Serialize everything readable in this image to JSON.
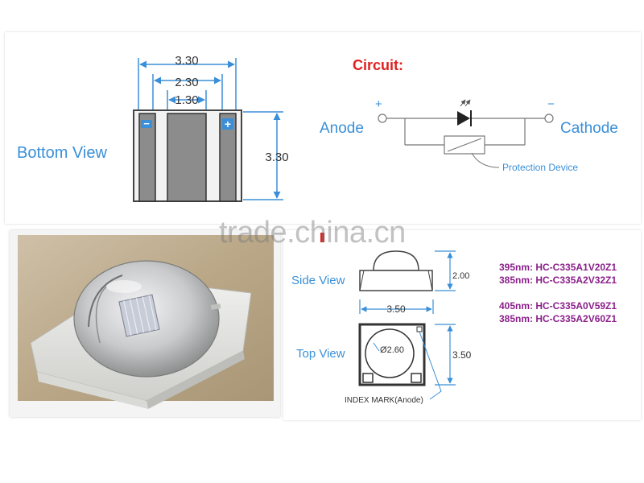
{
  "bottom_view": {
    "title": "Bottom View",
    "dim_total_width": "3.30",
    "dim_middle_width": "2.30",
    "dim_pad_width": "1.30",
    "dim_height": "3.30",
    "minus_mark": "−",
    "plus_mark": "+"
  },
  "circuit": {
    "title": "Circuit:",
    "anode_label": "Anode",
    "cathode_label": "Cathode",
    "anode_sign": "+",
    "cathode_sign": "−",
    "protection_label": "Protection Device"
  },
  "side_view": {
    "title": "Side View",
    "dim_height": "2.00"
  },
  "top_view": {
    "title": "Top View",
    "dim_width": "3.50",
    "dim_height": "3.50",
    "dim_diameter": "Ø2.60",
    "index_mark": "INDEX MARK(Anode)"
  },
  "part_numbers": [
    {
      "text": "395nm: HC-C335A1V20Z1"
    },
    {
      "text": "385nm: HC-C335A2V32Z1"
    },
    {
      "text": "405nm: HC-C335A0V59Z1"
    },
    {
      "text": "385nm: HC-C335A2V60Z1"
    }
  ],
  "watermark": "trade.china.cn",
  "colors": {
    "blue_text": "#3a8fd8",
    "red_title": "#e02020",
    "purple_parts": "#8a1f8a",
    "line_gray": "#555555"
  }
}
